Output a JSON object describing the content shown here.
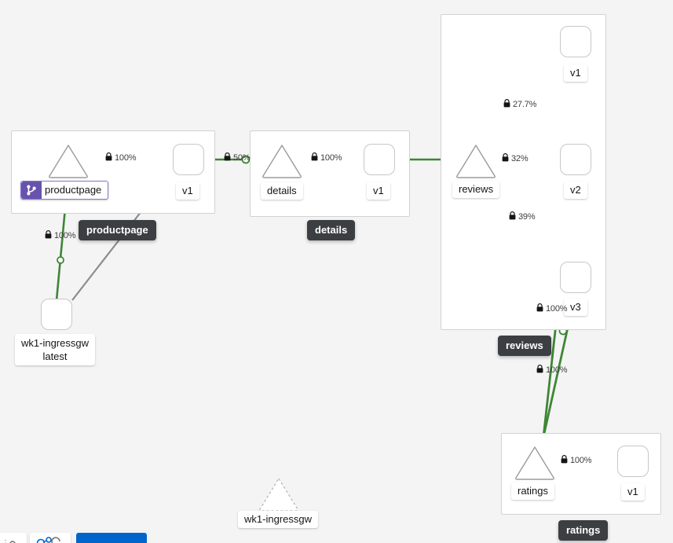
{
  "app": {
    "type": "service-mesh-graph",
    "background_color": "#f4f4f4"
  },
  "colors": {
    "healthy_edge": "#3e8635",
    "idle_edge": "#8a8d90",
    "node_border": "#c7c7c7",
    "group_border": "#d2d2d2",
    "tooltip_bg": "#3c3f42",
    "virtualservice_badge": "#6753ac",
    "primary_button": "#0066cc"
  },
  "groups": [
    {
      "id": "grp-productpage",
      "name": "productpage"
    },
    {
      "id": "grp-details",
      "name": "details"
    },
    {
      "id": "grp-reviews",
      "name": "reviews"
    },
    {
      "id": "grp-ratings",
      "name": "ratings"
    }
  ],
  "nodes": [
    {
      "id": "svc-productpage",
      "kind": "service",
      "label": "productpage",
      "badge": "virtualservice-icon",
      "has_badge": true
    },
    {
      "id": "wl-productpage-v1",
      "kind": "workload",
      "label": "v1"
    },
    {
      "id": "svc-details",
      "kind": "service",
      "label": "details",
      "has_badge": false
    },
    {
      "id": "wl-details-v1",
      "kind": "workload",
      "label": "v1"
    },
    {
      "id": "svc-reviews",
      "kind": "service",
      "label": "reviews",
      "has_badge": false
    },
    {
      "id": "wl-reviews-v1",
      "kind": "workload",
      "label": "v1"
    },
    {
      "id": "wl-reviews-v2",
      "kind": "workload",
      "label": "v2"
    },
    {
      "id": "wl-reviews-v3",
      "kind": "workload",
      "label": "v3"
    },
    {
      "id": "svc-ratings",
      "kind": "service",
      "label": "ratings",
      "has_badge": false
    },
    {
      "id": "wl-ratings-v1",
      "kind": "workload",
      "label": "v1"
    },
    {
      "id": "wl-ingressgw",
      "kind": "workload",
      "label_line1": "wk1-ingressgw",
      "label_line2": "latest"
    },
    {
      "id": "svc-ingressgw-outside",
      "kind": "service-unknown",
      "label": "wk1-ingressgw"
    }
  ],
  "edges": [
    {
      "id": "e-pp-to-ppv1",
      "label": "100%",
      "secure": true,
      "health": "healthy"
    },
    {
      "id": "e-gw-to-pp",
      "label": "100%",
      "secure": true,
      "health": "healthy"
    },
    {
      "id": "e-ppv1-to-details",
      "label": "50%",
      "secure": true,
      "health": "healthy"
    },
    {
      "id": "e-details-to-detailsv1",
      "label": "100%",
      "secure": true,
      "health": "healthy"
    },
    {
      "id": "e-reviews-to-v1",
      "label": "27.7%",
      "secure": true,
      "health": "healthy"
    },
    {
      "id": "e-reviews-to-v2",
      "label": "32%",
      "secure": true,
      "health": "healthy"
    },
    {
      "id": "e-reviews-to-v3",
      "label": "39%",
      "secure": true,
      "health": "healthy"
    },
    {
      "id": "e-v3-to-ratings",
      "label": "100%",
      "secure": true,
      "health": "healthy"
    },
    {
      "id": "e-v2-to-ratings",
      "label": "100%",
      "secure": true,
      "health": "healthy"
    },
    {
      "id": "e-ratings-to-v1",
      "label": "100%",
      "secure": true,
      "health": "healthy"
    }
  ],
  "tooltips": [
    {
      "id": "tip-productpage",
      "text": "productpage"
    },
    {
      "id": "tip-details",
      "text": "details"
    },
    {
      "id": "tip-reviews",
      "text": "reviews"
    },
    {
      "id": "tip-ratings",
      "text": "ratings"
    }
  ],
  "labels": {
    "productpage": "productpage",
    "details": "details",
    "reviews": "reviews",
    "ratings": "ratings",
    "v1": "v1",
    "v2": "v2",
    "v3": "v3",
    "ingressgw_name": "wk1-ingressgw",
    "ingressgw_version": "latest"
  }
}
